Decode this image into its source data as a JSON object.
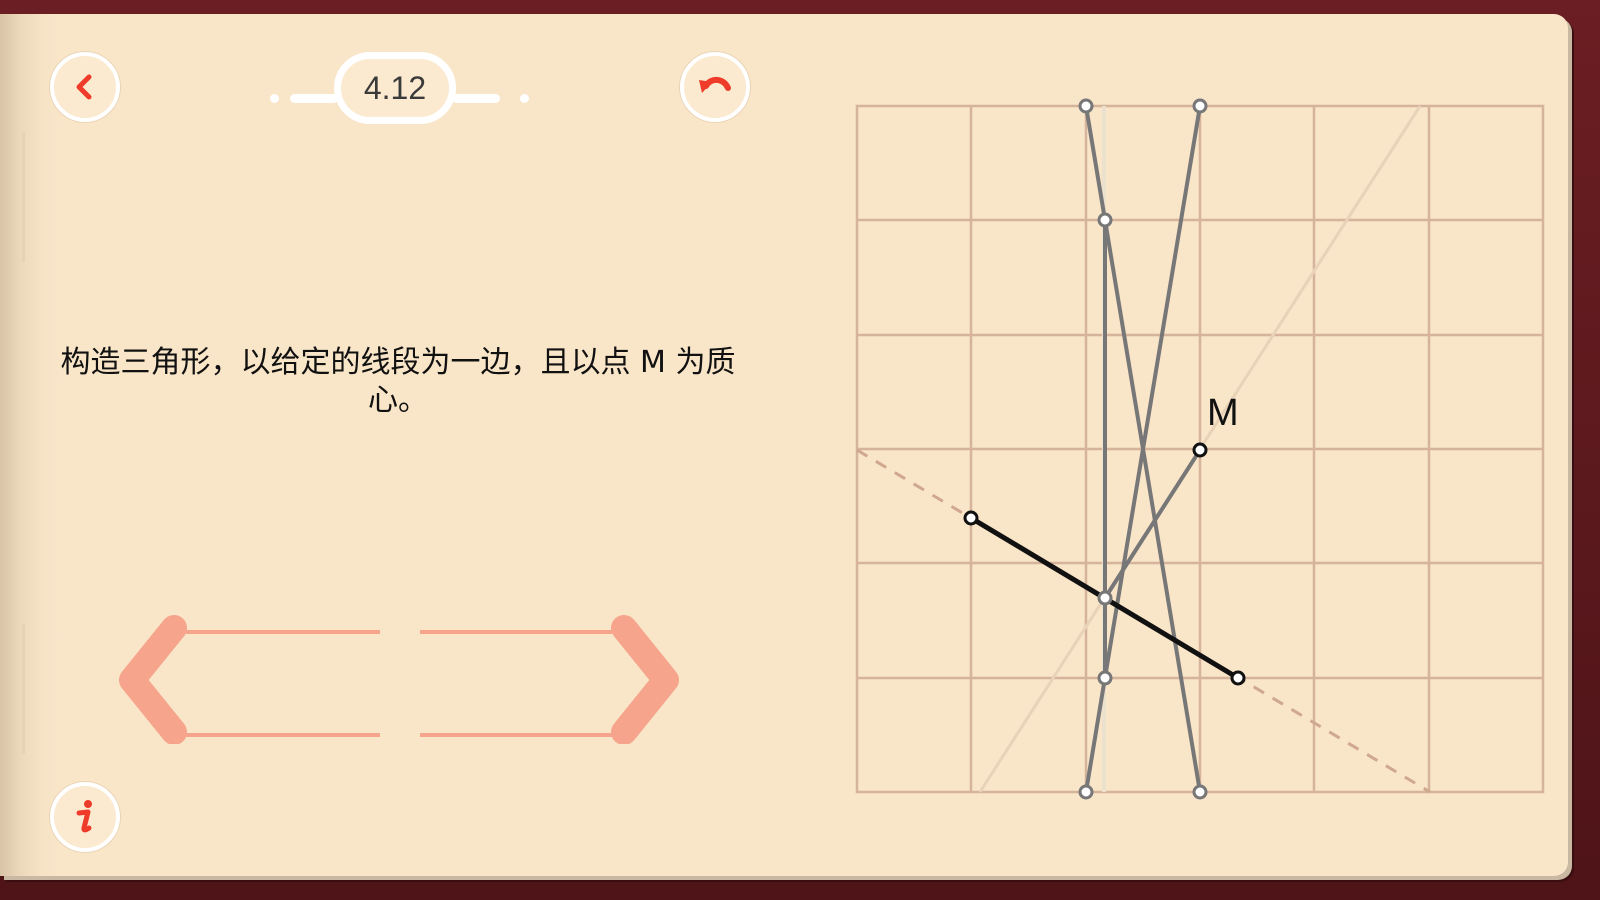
{
  "level": {
    "label": "4.12"
  },
  "task": {
    "text": "构造三角形，以给定的线段为一边，且以点 M 为质心。"
  },
  "board": {
    "point_label": "M"
  },
  "icons": {
    "back": "chevron-left-icon",
    "undo": "undo-icon",
    "info": "info-icon",
    "prev": "prev-arrow-icon",
    "next": "next-arrow-icon"
  },
  "colors": {
    "accent": "#ef3b2a",
    "paper": "#f9e5c8",
    "grid": "#d6b49b",
    "nav_arrow": "#f6a48c",
    "frame": "#5a1a1e"
  }
}
